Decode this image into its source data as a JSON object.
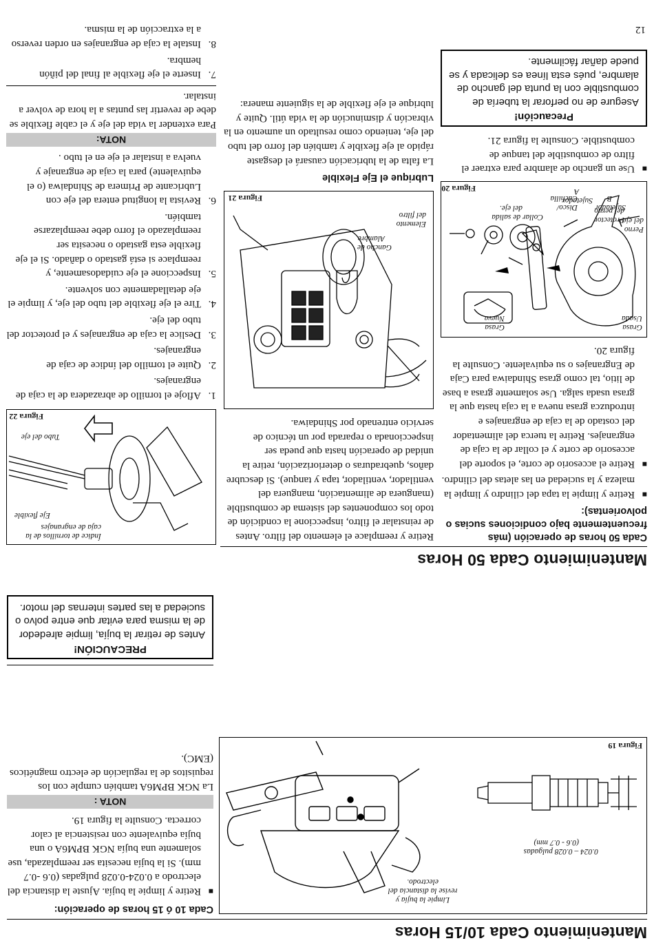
{
  "page_number": "12",
  "section_1050": {
    "title": "Mantenimiento Cada 10/15 Horas",
    "figure19": {
      "label": "Figura 19",
      "gap_caption_1": "0.024 – 0.028 pulgadas",
      "gap_caption_2": "(0.6 - 0.7 mm)",
      "clean_caption_1": "Limpie la bujía y",
      "clean_caption_2": "revise la distancia del",
      "clean_caption_3": "electrodo."
    },
    "subhead": "Cada 10 ó 15 horas de operación:",
    "bullet": "Retire y limpie la bujía. Ajuste la distancia del electrodo a 0.024-0.028 pulgadas (0.6 -0.7 mm). Si la bujía necesita ser reemplazada, use solamente una bujía NGK BPM6A o una bujía equivalente con resistencia al calor correcta. Consulte la figura 19.",
    "nota_label": "NOTA :",
    "nota_text": "La NGK BPM6A también cumple con los requisitos de la regulación de electro magnéticos (EMC).",
    "caution_title": "PRECAUCIÓN!",
    "caution_text": "Antes de retirar la bujía, limpie alrededor de la misma para evitar que entre polvo o suciedad a las partes internas del motor."
  },
  "section_50": {
    "title": "Mantenimiento Cada 50 Horas",
    "subhead": "Cada 50 horas de operación (más frecuentemente bajo condiciones sucias o polvorientas):",
    "intro": "Retire y reemplace el elemento del filtro. Antes de reinstalar el filtro, inspeccione la condición de todo los componentes del sistema de combustible (manguera de alimentación, manguera del ventilador, ventilador, tapa y tanque). Si descubre daños, quebraduras o deteriorización, retire la unidad de operación hasta que pueda ser inspeccionada o reparada por un técnico de servicio entrenado por Shindaiwa.",
    "bullet1": "Retire y limpie la tapa del cilindro y limpie la maleza y la suciedad en las aletas del cilindro.",
    "bullet2": "Retire el accesorio de corte, el soporte del accesorio de corte y el collar de la caja de engranajes. Retire la tuerca del alimentador del costado de la caja de engranajes e introduzca grasa nueva a la caja hasta que la grasa usada salga. Use solamente grasa a base de litio, tal como grasa Shindaiwa para Caja de Engranajes o su equivalente. Consulte la figura 20.",
    "bullet3": "Use un gancho de alambre para extraer el filtro de combustible del tanque de combustible. Consulte la figura 21.",
    "caution_title": "Precaución!",
    "caution_text": "Asegure de no perforar la tubería de combustible con la punta del gancho de alambre, pués esta línea es delicada y se puede dañar fácilmente.",
    "figure20": {
      "label": "Figura 20",
      "used_grease_1": "Grasa",
      "used_grease_2": "Usada",
      "new_grease_1": "Grasa",
      "new_grease_2": "Nueva",
      "output_collar_1": "Collar de salida",
      "output_collar_2": "del eje.",
      "disc_1": "Disco/",
      "disc_2": "Cuchilla",
      "holder_a_1": "Sujetador",
      "holder_a_2": "A",
      "holder_b_1": "Sujetador",
      "holder_b_2": "B",
      "protector_1": "Protector",
      "protector_2": "del perno",
      "bolt_1": "Perno",
      "bolt_2": "del eje"
    },
    "figure21": {
      "label": "Figura 21",
      "hook_1": "Gancho de",
      "hook_2": "Alambre",
      "element_1": "Elemento",
      "element_2": "del filtro"
    },
    "lube_title": "Lubrique el Eje Flexible",
    "lube_text": "La falta de la lubricación causará el desgaste rápido al eje flexible y también del forro del tubo del eje, teniendo como resultado un aumento en la vibración y disminución de la vida útil. Quite y lubrique el eje flexible de la siguiente manera:",
    "figure22": {
      "label": "Figura 22",
      "index_1": "Índice de tornillos de la",
      "index_2": "caja de engranajes",
      "flex_shaft": "Eje flexible",
      "shaft_tube": "Tubo del eje"
    },
    "steps": [
      {
        "n": "1.",
        "text": "Afloje el tornillo de abrazadera de la caja de engranajes."
      },
      {
        "n": "2.",
        "text": "Quite el tornillo del índice de caja de engranajes."
      },
      {
        "n": "3.",
        "text": "Deslice la caja de engranajes y el protector del tubo del eje."
      },
      {
        "n": "4.",
        "text": "Tire el eje flexible del tubo del eje, y limpie el eje detalladamente con solvente."
      },
      {
        "n": "5.",
        "text": "Inspeccione el eje cuidadosamente, y reemplace si está gastado o dañado. Si el eje flexible esta gastado o necesita ser reemplazado el forro debe reemplazarse también."
      },
      {
        "n": "6.",
        "text": "Revista la longitud entera del eje con Lubricante de Primera de Shindaiwa (o el equivalente) para la caja de engranaje y vuelva a instalar el eje en el tubo ."
      }
    ],
    "nota_label": "NOTA:",
    "nota_text": "Para extender la vida del eje y el cable flexible se debe de revertir las puntas a la hora de volver a instalar.",
    "steps2": [
      {
        "n": "7.",
        "text": "Inserte el eje flexible al final del piñón hembra."
      },
      {
        "n": "8.",
        "text": "Instale la caja de engranajes en orden reverso a la extracción de la misma."
      }
    ]
  }
}
